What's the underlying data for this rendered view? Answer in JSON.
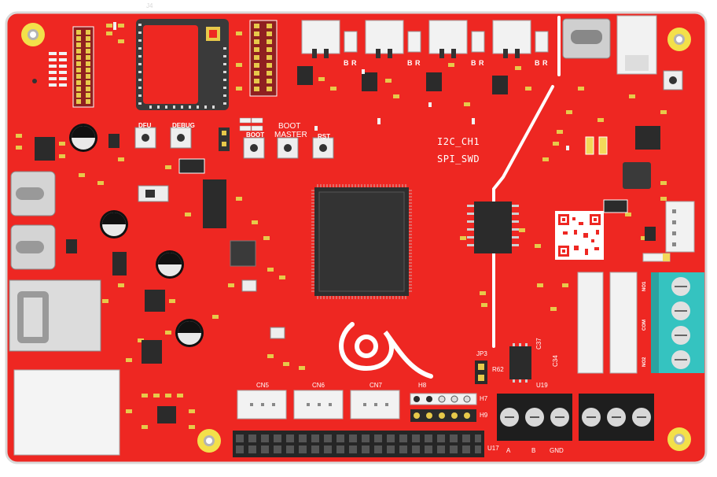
{
  "title": "J4",
  "colors": {
    "board": "#ee2722",
    "board_edge": "#d7d7d7",
    "silk": "#ffffff",
    "pad": "#e7c94a",
    "mount_outer": "#f3e04a",
    "chip": "#2b2b2b",
    "connector_white": "#f2f2f2",
    "terminal_cyan": "#35c3c0",
    "terminal_black": "#1e1e1e",
    "metal": "#cfcfcf"
  },
  "labels": {
    "i2c": "I2C_CH1",
    "spi": "SPI_SWD",
    "boot": "BOOT",
    "boot_master": "BOOT\nMASTER",
    "boot_master_1": "BOOT",
    "boot_master_2": "MASTER",
    "rst": "RST",
    "dfu": "DFU",
    "debug": "DEBUG",
    "cn5": "CN5",
    "cn6": "CN6",
    "cn7": "CN7",
    "h8": "H8",
    "h7": "H7",
    "h9": "H9",
    "jp3": "JP3",
    "r62": "R62",
    "c37": "C37",
    "c34": "C34",
    "u19": "U19",
    "u17": "U17",
    "a": "A",
    "b": "B",
    "gnd": "GND",
    "no1": "NO1",
    "com": "COM",
    "no2": "NO2",
    "b1": "B",
    "r1": "R",
    "b2": "B",
    "r2": "R",
    "b3": "B",
    "r3": "R",
    "b4": "B",
    "r4": "R"
  }
}
